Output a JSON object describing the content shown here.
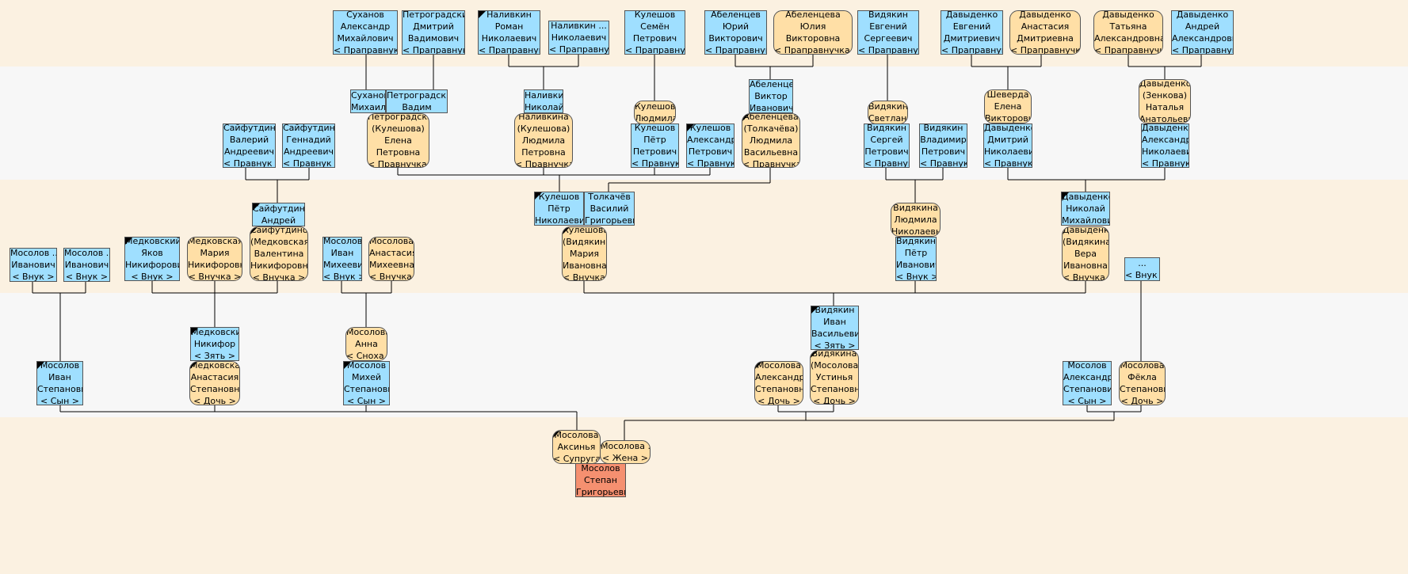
{
  "persons": {
    "p1": [
      "Суханов",
      "Александр",
      "Михайлович",
      "< Праправнук >"
    ],
    "p2": [
      "Петроградский",
      "Дмитрий",
      "Вадимович",
      "< Праправнук >"
    ],
    "p3": [
      "Наливкин",
      "Роман",
      "Николаевич",
      "< Праправнук >"
    ],
    "p4": [
      "Наливкин ...",
      "Николаевич",
      "< Праправнук >"
    ],
    "p5": [
      "Кулешов",
      "Семён",
      "Петрович",
      "< Праправнук >"
    ],
    "p6": [
      "Абеленцев",
      "Юрий",
      "Викторович",
      "< Праправнук >"
    ],
    "p7": [
      "Абеленцева",
      "Юлия",
      "Викторовна",
      "< Праправнучка >"
    ],
    "p8": [
      "Видякин",
      "Евгений",
      "Сергеевич",
      "< Праправнук >"
    ],
    "p9": [
      "Давыденко",
      "Евгений",
      "Дмитриевич",
      "< Праправнук >"
    ],
    "p10": [
      "Давыденко",
      "Анастасия",
      "Дмитриевна",
      "< Праправнучка >"
    ],
    "p11": [
      "Давыденко",
      "Татьяна",
      "Александровна",
      "< Праправнучка >"
    ],
    "p12": [
      "Давыденко",
      "Андрей",
      "Александрович",
      "< Праправнук >"
    ],
    "s1": [
      "Суханов",
      "Михаил"
    ],
    "s2": [
      "Петроградский",
      "Вадим"
    ],
    "s3": [
      "Наливкин",
      "Николай"
    ],
    "s4": [
      "Кулешова",
      "Людмила"
    ],
    "s5": [
      "Абеленцев",
      "Виктор",
      "Иванович"
    ],
    "s6": [
      "Видякина",
      "Светлана"
    ],
    "s7": [
      "Шеверда",
      "Елена",
      "Викторовна"
    ],
    "s8": [
      "Давыденко",
      "(Зенкова)",
      "Наталья",
      "Анатольевна"
    ],
    "g1": [
      "Сайфутдинов",
      "Валерий",
      "Андреевич",
      "< Правнук >"
    ],
    "g2": [
      "Сайфутдинов",
      "Геннадий",
      "Андреевич",
      "< Правнук >"
    ],
    "g3": [
      "Петроградская",
      "(Кулешова)",
      "Елена",
      "Петровна",
      "< Правнучка >"
    ],
    "g4": [
      "Наливкина",
      "(Кулешова)",
      "Людмила",
      "Петровна",
      "< Правнучка >"
    ],
    "g5": [
      "Кулешов",
      "Пётр",
      "Петрович",
      "< Правнук >"
    ],
    "g6": [
      "Кулешов",
      "Александр",
      "Петрович",
      "< Правнук >"
    ],
    "g7": [
      "Абеленцева",
      "(Толкачёва)",
      "Людмила",
      "Васильевна",
      "< Правнучка >"
    ],
    "g8": [
      "Видякин",
      "Сергей",
      "Петрович",
      "< Правнук >"
    ],
    "g9": [
      "Видякин",
      "Владимир",
      "Петрович",
      "< Правнук >"
    ],
    "g10": [
      "Давыденко",
      "Дмитрий",
      "Николаевич",
      "< Правнук >"
    ],
    "g11": [
      "Давыденко",
      "Александр",
      "Николаевич",
      "< Правнук >"
    ],
    "t1": [
      "Сайфутдинов",
      "Андрей"
    ],
    "t2": [
      "Кулешов",
      "Пётр",
      "Николаевич"
    ],
    "t3": [
      "Толкачёв",
      "Василий",
      "Григорьевич"
    ],
    "t4": [
      "Видякина",
      "Людмила",
      "Николаевна"
    ],
    "t5": [
      "Давыденко",
      "Николай",
      "Михайлович"
    ],
    "c1": [
      "Мосолов ...",
      "Иванович",
      "< Внук >"
    ],
    "c2": [
      "Мосолов ...",
      "Иванович",
      "< Внук >"
    ],
    "c3": [
      "Медковский",
      "Яков",
      "Никифорович",
      "< Внук >"
    ],
    "c4": [
      "Медковская",
      "Мария",
      "Никифоровна",
      "< Внучка >"
    ],
    "c5": [
      "Сайфутдинова",
      "(Медковская)",
      "Валентина",
      "Никифоровна",
      "< Внучка >"
    ],
    "c6": [
      "Мосолов",
      "Иван",
      "Михеевич",
      "< Внук >"
    ],
    "c7": [
      "Мосолова",
      "Анастасия",
      "Михеевна",
      "< Внучка >"
    ],
    "c8": [
      "Кулешова",
      "(Видякина)",
      "Мария",
      "Ивановна",
      "< Внучка >"
    ],
    "c9": [
      "Видякин",
      "Пётр",
      "Иванович",
      "< Внук >"
    ],
    "c10": [
      "Давыденко",
      "(Видякина)",
      "Вера",
      "Ивановна",
      "< Внучка >"
    ],
    "c11": [
      "...",
      "< Внук >"
    ],
    "k1": [
      "Медковский",
      "Никифор",
      "< Зять >"
    ],
    "k2": [
      "Мосолова",
      "Анна",
      "< Сноха >"
    ],
    "k3": [
      "Видякин",
      "Иван",
      "Васильевич",
      "< Зять >"
    ],
    "d1": [
      "Мосолов",
      "Иван",
      "Степанович",
      "< Сын >"
    ],
    "d2": [
      "Медковская",
      "Анастасия",
      "Степановна",
      "< Дочь >"
    ],
    "d3": [
      "Мосолов",
      "Михей",
      "Степанович",
      "< Сын >"
    ],
    "d4": [
      "Мосолова",
      "Александра",
      "Степановна",
      "< Дочь >"
    ],
    "d5": [
      "Видякина",
      "(Мосолова)",
      "Устинья",
      "Степановна",
      "< Дочь >"
    ],
    "d6": [
      "Мосолов",
      "Александр",
      "Степанович",
      "< Сын >"
    ],
    "d7": [
      "Мосолова",
      "Фёкла",
      "Степановна",
      "< Дочь >"
    ],
    "w1": [
      "Мосолова",
      "Аксинья",
      "< Супруга >"
    ],
    "w2": [
      "Мосолова ...",
      "< Жена >"
    ],
    "root": [
      "Мосолов",
      "Степан",
      "Григорьевич"
    ]
  },
  "colors": {
    "male": "#9fdfff",
    "female": "#ffdfa6",
    "self": "#f59070",
    "band_peach": "#fbf1e1",
    "band_gray": "#f7f7f7"
  }
}
